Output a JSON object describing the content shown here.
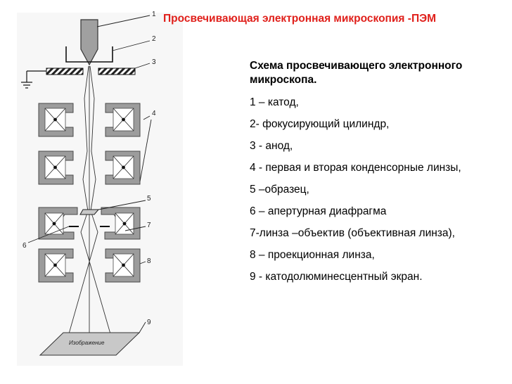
{
  "title": "Просвечивающая электронная микроскопия -ПЭМ",
  "legend": {
    "heading": "Схема просвечивающего электронного микроскопа.",
    "items": [
      "1 – катод,",
      "2- фокусирующий цилиндр,",
      "3 -  анод,",
      "4 -  первая и вторая конденсорные линзы,",
      "5 –образец,",
      "6 – апертурная диафрагма",
      "7-линза –объектив (объективная линза),",
      "8 – проекционная линза,",
      "9 - катодолюминесцентный экран."
    ]
  },
  "diagram": {
    "callouts": [
      "1",
      "2",
      "3",
      "4",
      "5",
      "6",
      "7",
      "8",
      "9"
    ],
    "screen_label": "Изображение"
  },
  "colors": {
    "title": "#e0201b",
    "lens": "#9c9c9c",
    "lens_border": "#4a4a4a",
    "text": "#000000"
  }
}
